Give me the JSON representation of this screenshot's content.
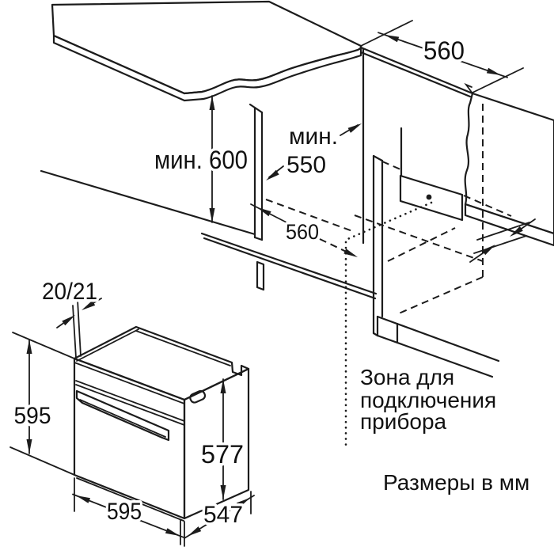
{
  "labels": {
    "niche_height_min": "мин. 600",
    "niche_depth_prefix": "мин.",
    "niche_depth_value": "550",
    "niche_width_top": "560",
    "niche_width_bottom": "560",
    "door_overhang": "20/21",
    "oven_height": "595",
    "oven_body_height": "577",
    "oven_width": "595",
    "oven_depth": "547",
    "connection_zone_line1": "Зона для",
    "connection_zone_line2": "подключения",
    "connection_zone_line3": "прибора",
    "units_note": "Размеры в мм"
  },
  "colors": {
    "line": "#1c1c1c",
    "surface_grey": "#d8d8d8",
    "edge_grey": "#ebebeb",
    "strip_grey": "#c2c2c2",
    "background": "#ffffff"
  }
}
